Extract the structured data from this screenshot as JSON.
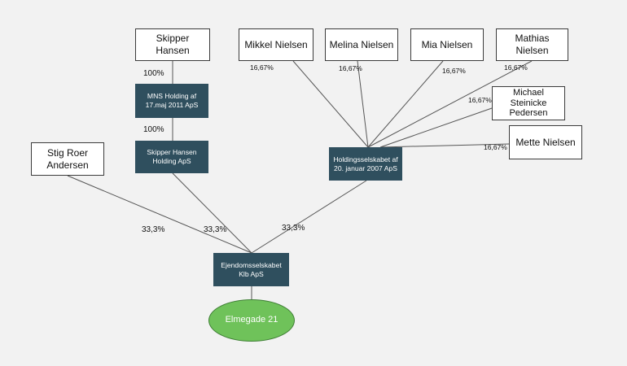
{
  "persons": {
    "skipper": "Skipper Hansen",
    "mikkel": "Mikkel Nielsen",
    "melina": "Melina Nielsen",
    "mia": "Mia Nielsen",
    "mathias": "Mathias Nielsen",
    "michael": "Michael Steinicke Pedersen",
    "mette": "Mette Nielsen",
    "stig": "Stig Roer Andersen"
  },
  "companies": {
    "mns": "MNS Holding af 17.maj 2011 ApS",
    "skipper_holding": "Skipper Hansen Holding ApS",
    "holdings2007": "Holdingsselskabet af 20. januar 2007 ApS",
    "ejendom": "Ejendomsselskabet Klb ApS"
  },
  "asset": {
    "label": "Elmegade 21"
  },
  "ownership": {
    "skipper_mns": "100%",
    "mns_skipper_holding": "100%",
    "mikkel": "16,67%",
    "melina": "16,67%",
    "mia": "16,67%",
    "mathias": "16,67%",
    "michael": "16,67%",
    "mette": "16,67%",
    "stig_ejendom": "33,3%",
    "skipper_holding_ejendom": "33,3%",
    "holdings2007_ejendom": "33,3%"
  },
  "colors": {
    "company_fill": "#2f4f5e",
    "asset_fill": "#6fc25a",
    "person_fill": "#ffffff",
    "line": "#555555"
  }
}
